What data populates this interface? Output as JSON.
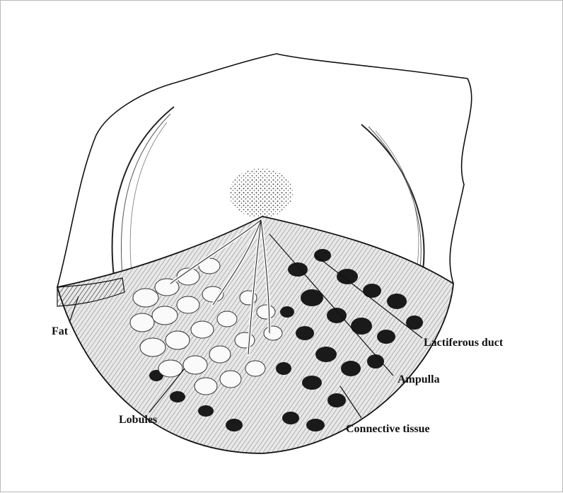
{
  "labels": {
    "fat": "Fat",
    "lactiferous_duct": "Lactiferous duct",
    "ampulla": "Ampulla",
    "lobules": "Lobules",
    "connective_tissue": "Connective tissue"
  }
}
